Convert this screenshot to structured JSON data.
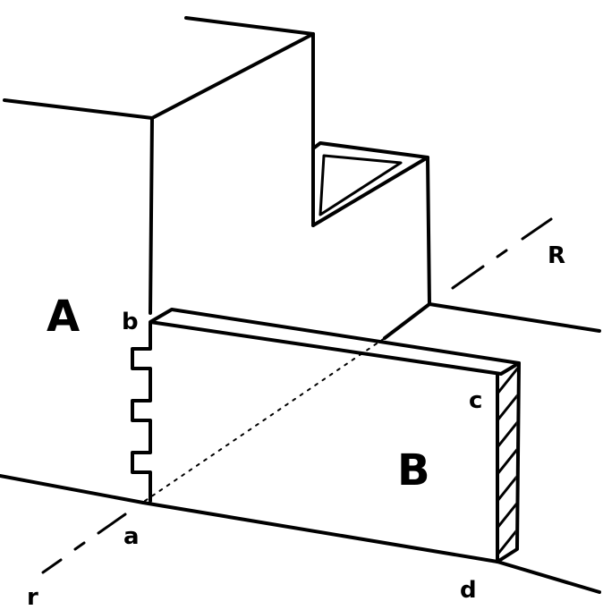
{
  "labels": {
    "block_a": "A",
    "block_b": "B",
    "point_a": "a",
    "point_b": "b",
    "point_c": "c",
    "point_d": "d",
    "axis_start": "r",
    "axis_end": "R"
  }
}
